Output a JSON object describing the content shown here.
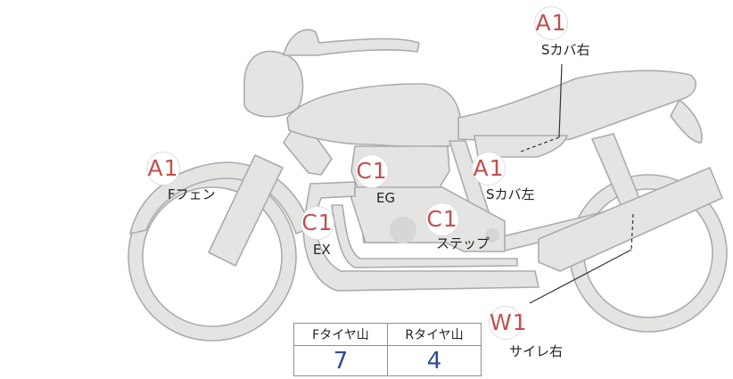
{
  "colors": {
    "bike_fill": "#e4e4e2",
    "bike_stroke": "#ababab",
    "badge_text": "#c1504f",
    "label_text": "#222222",
    "table_value": "#2e4c8f",
    "leader_line": "#333333"
  },
  "markers": [
    {
      "id": "s-cover-right",
      "code": "A1",
      "label": "Sカバ右"
    },
    {
      "id": "f-fender",
      "code": "A1",
      "label": "Fフェン"
    },
    {
      "id": "engine",
      "code": "C1",
      "label": "EG"
    },
    {
      "id": "s-cover-left",
      "code": "A1",
      "label": "Sカバ左"
    },
    {
      "id": "exhaust",
      "code": "C1",
      "label": "EX"
    },
    {
      "id": "step",
      "code": "C1",
      "label": "ステップ"
    },
    {
      "id": "silencer-right",
      "code": "W1",
      "label": "サイレ右"
    }
  ],
  "tread_table": {
    "headers": [
      "Fタイヤ山",
      "Rタイヤ山"
    ],
    "values": [
      "7",
      "4"
    ]
  }
}
